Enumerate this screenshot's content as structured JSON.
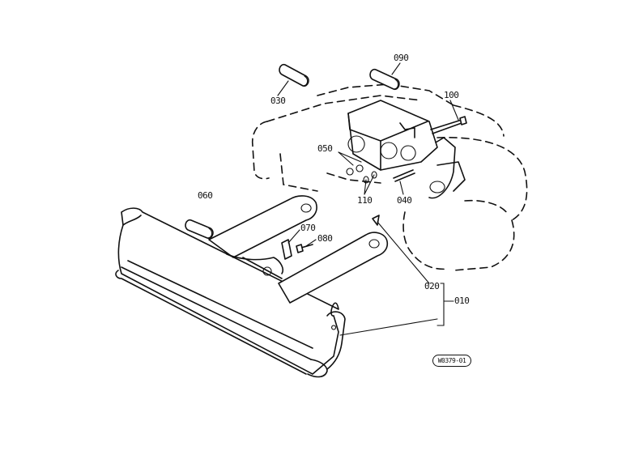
{
  "diagram": {
    "callouts": [
      {
        "id": "c090",
        "label": "090"
      },
      {
        "id": "c100",
        "label": "100"
      },
      {
        "id": "c030",
        "label": "030"
      },
      {
        "id": "c050",
        "label": "050"
      },
      {
        "id": "c060",
        "label": "060"
      },
      {
        "id": "c110",
        "label": "110"
      },
      {
        "id": "c040",
        "label": "040"
      },
      {
        "id": "c070",
        "label": "070"
      },
      {
        "id": "c080",
        "label": "080"
      },
      {
        "id": "c020",
        "label": "020"
      },
      {
        "id": "c010",
        "label": "010"
      }
    ],
    "reference_code": "W0379-01"
  }
}
